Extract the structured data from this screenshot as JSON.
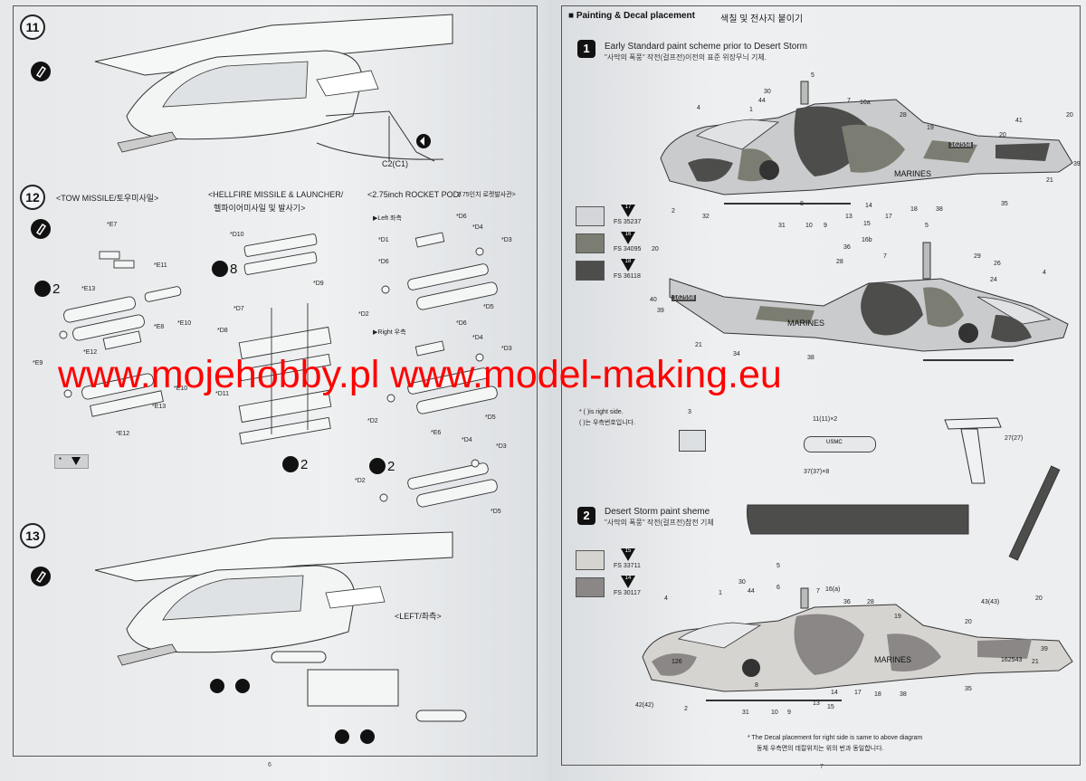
{
  "left_page": {
    "page_number": "6",
    "steps": [
      {
        "number": "11",
        "part_ref": "C2(C1)"
      },
      {
        "number": "12"
      },
      {
        "number": "13"
      }
    ],
    "tow": {
      "title": "<TOW MISSILE/토우미사일>",
      "quantity": "2",
      "parts": [
        "*E7",
        "*E11",
        "*E13",
        "*E8",
        "*E10",
        "*E12",
        "*E9",
        "*E13",
        "*E10",
        "*E12"
      ]
    },
    "hellfire": {
      "title": "<HELLFIRE MISSILE & LAUNCHER/",
      "title2": "헬파이어미사일 및 발사기>",
      "quantity_top": "8",
      "quantity_bottom": "2",
      "parts": [
        "*D10",
        "*D9",
        "*D7",
        "*D8",
        "*D11"
      ]
    },
    "rocket_pod": {
      "title": "<2.75inch ROCKET POD/",
      "title2": "2.75인치 로켓발사관>",
      "quantity": "2",
      "left_label": "▶Left 좌측",
      "right_label": "▶Right 우측",
      "parts_left": [
        "*D6",
        "*D1",
        "*D4",
        "*D3",
        "*D6",
        "*D2",
        "*D5"
      ],
      "parts_right": [
        "*D6",
        "*D4",
        "*D3",
        "*D2",
        "*D5"
      ],
      "parts_bottom": [
        "*E6",
        "*D4",
        "*D3",
        "*D2",
        "*D5"
      ]
    },
    "step13_side": "<LEFT/좌측>",
    "legend_mark": "*"
  },
  "right_page": {
    "page_number": "7",
    "header": {
      "title": "■ Painting & Decal placement",
      "title_kr": "색칠 및 전사지 붙이기"
    },
    "scheme1": {
      "number": "1",
      "title": "Early Standard paint scheme prior to Desert Storm",
      "subtitle": "\"사막의 폭풍\" 작전(걸프전)이전의 표준 위장무늬 기체.",
      "swatches": [
        {
          "num": "17",
          "fs": "FS 35237",
          "color": "#d3d5d8"
        },
        {
          "num": "16",
          "fs": "FS 34095",
          "color": "#7c7d72"
        },
        {
          "num": "18",
          "fs": "FS 36118",
          "color": "#4d4e4c"
        }
      ],
      "serial": "162558",
      "marines": "MARINES"
    },
    "scheme2": {
      "number": "2",
      "title": "Desert Storm paint sheme",
      "subtitle": "\"사막의 폭풍\" 작전(걸프전)참전 기체",
      "swatches": [
        {
          "num": "15",
          "fs": "FS 33711",
          "color": "#d6d4d1"
        },
        {
          "num": "14",
          "fs": "FS 30117",
          "color": "#8a8786"
        }
      ],
      "serial": "162543",
      "marines": "MARINES",
      "nose_code": "126"
    },
    "right_side_note": "* ( )is right side.",
    "right_side_note_kr": "( )는 우측번호입니다.",
    "decal_3": "3",
    "decal_11": "11(11)×2",
    "decal_37": "37(37)×8",
    "decal_27": "27(27)",
    "usmc": "USMC",
    "bottom_note": "* The Decal placement for right side is same to above diagram",
    "bottom_note_kr": "동체 우측면의 데칼위치는 위의 번과 동일합니다.",
    "callouts_top": [
      "5",
      "30",
      "44",
      "1",
      "7",
      "16a",
      "28",
      "4",
      "41",
      "20",
      "20",
      "19",
      "2",
      "32",
      "31",
      "8",
      "10",
      "9",
      "13",
      "15",
      "14",
      "17",
      "18",
      "38",
      "35",
      "21",
      "39"
    ],
    "callouts_mid": [
      "36",
      "16b",
      "7",
      "5",
      "29",
      "26",
      "20",
      "28",
      "40",
      "39",
      "21",
      "34",
      "38",
      "4",
      "24"
    ],
    "callouts_bot": [
      "5",
      "30",
      "44",
      "1",
      "6",
      "7",
      "16(a)",
      "36",
      "28",
      "4",
      "43(43)",
      "20",
      "20",
      "19",
      "2",
      "31",
      "8",
      "10",
      "9",
      "13",
      "15",
      "14",
      "17",
      "18",
      "38",
      "35",
      "21",
      "39",
      "42(42)"
    ]
  },
  "watermark": "www.mojehobby.pl www.model-making.eu"
}
